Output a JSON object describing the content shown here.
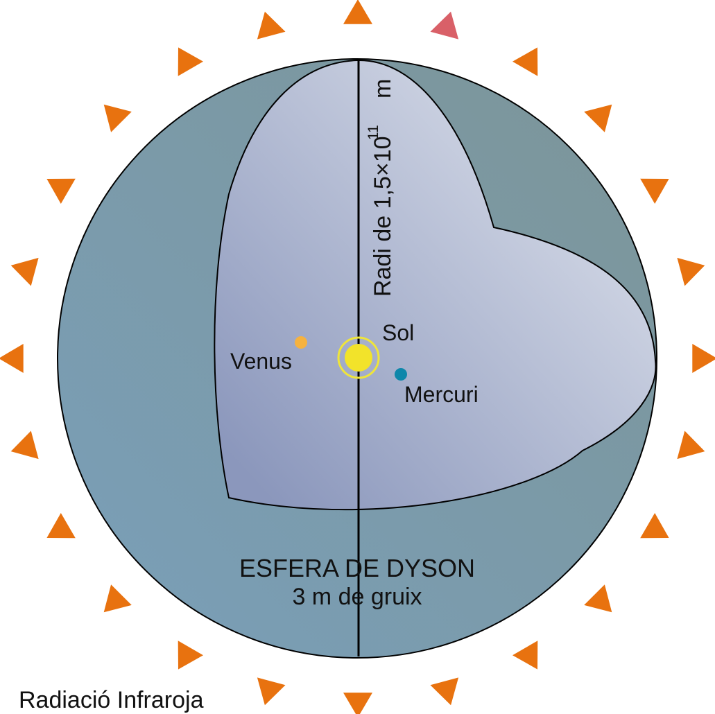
{
  "labels": {
    "radius": "Radi de 1,5×10",
    "radius_exp": "11",
    "radius_unit": "m",
    "sun": "Sol",
    "venus": "Venus",
    "mercury": "Mercuri",
    "sphere_title": "ESFERA DE DYSON",
    "sphere_thickness": "3 m de gruix",
    "radiation": "Radiació Infraroja"
  },
  "colors": {
    "shell_light": "#7a9fb9",
    "shell_dark": "#7c9598",
    "interior_light": "#d7dce8",
    "interior_dark": "#8b97bc",
    "sun": "#f2e32a",
    "sun_ring": "#efe53a",
    "venus": "#f6b23f",
    "mercury": "#0e87aa",
    "radiation": "#e8720f",
    "radiation_highlight": "#d96068",
    "outline": "#000000"
  },
  "icons": {
    "radiation_marker": "triangle-arrow-icon"
  }
}
